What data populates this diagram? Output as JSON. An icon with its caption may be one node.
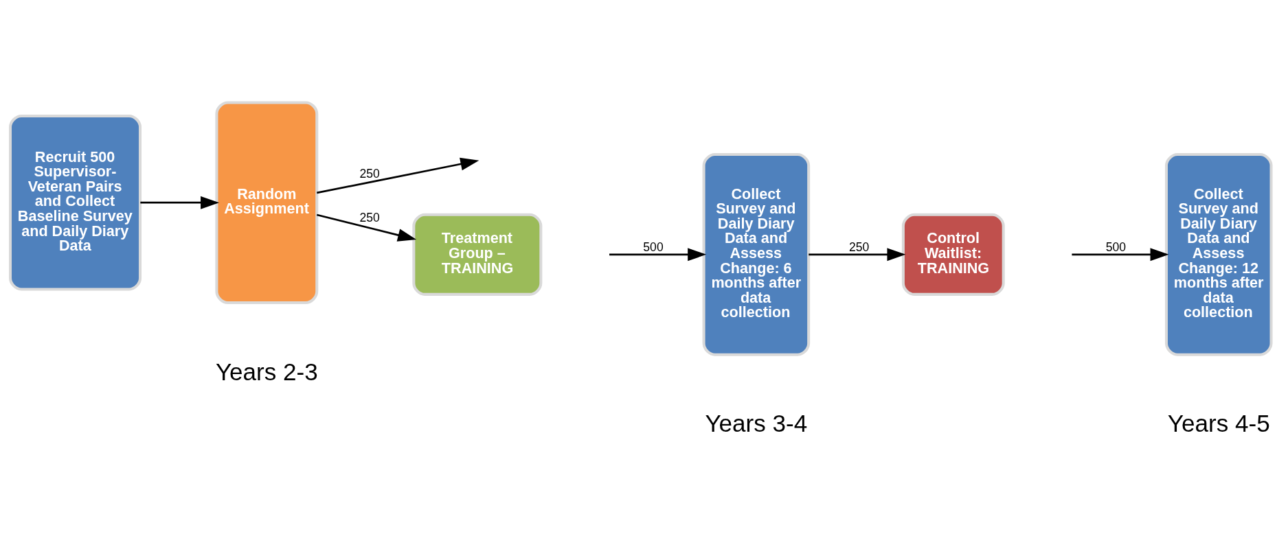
{
  "diagram": {
    "nodes": [
      {
        "text": [
          "Recruit 500 Supervisor-Veteran Pairs and Collect Baseline Survey and Daily Diary Data"
        ]
      },
      {
        "text": [
          "Random Assignment"
        ]
      },
      {
        "text": [
          "Treatment Group – TRAINING"
        ]
      },
      {
        "text": [
          "Collect Survey and Daily Diary Data and Assess Change: 6 months after data collection"
        ]
      },
      {
        "text": [
          "Control Waitlist: TRAINING"
        ]
      },
      {
        "text": [
          "Collect Survey and Daily Diary Data and Assess Change: 12 months after data collection"
        ]
      }
    ],
    "edges": [
      {
        "from": 0,
        "to": 1,
        "arrow": "to"
      },
      {
        "from": 1,
        "to": null,
        "label": "250",
        "arrow": "to"
      },
      {
        "from": 1,
        "to": 2,
        "label": "250",
        "arrow": "to"
      },
      {
        "from": null,
        "to": 3,
        "label": "500",
        "arrow": "to"
      },
      {
        "from": 3,
        "to": 4,
        "label": "250",
        "arrow": "to"
      },
      {
        "from": null,
        "to": 5,
        "label": "500",
        "arrow": "to"
      }
    ],
    "labels": [
      "Years 2-3",
      "Years 3-4",
      "Years 4-5"
    ]
  }
}
